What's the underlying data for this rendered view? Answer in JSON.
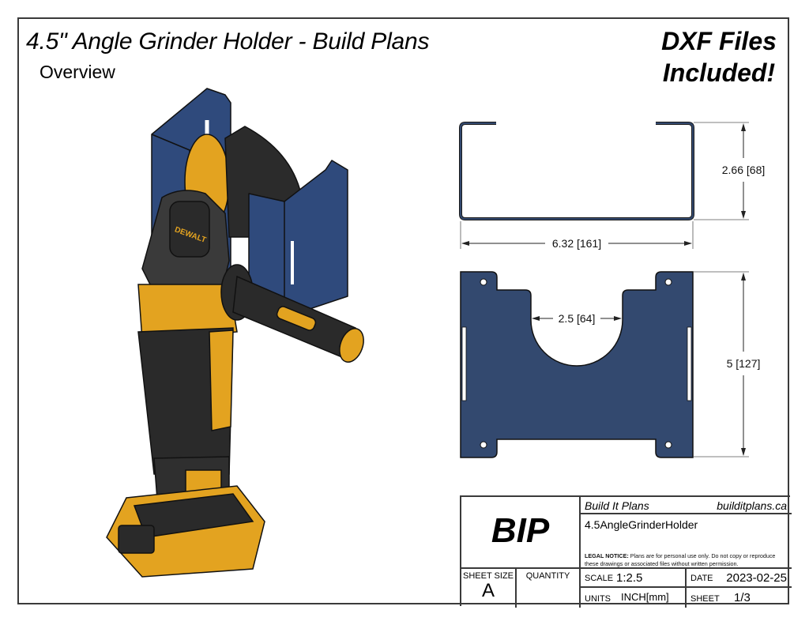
{
  "header": {
    "title": "4.5\" Angle Grinder Holder - Build Plans",
    "subtitle": "Overview",
    "badge_line1": "DXF Files",
    "badge_line2": "Included!"
  },
  "render": {
    "description": "Isometric render of yellow/black cordless angle grinder with battery seated in a blue sheet-metal U-bracket holder",
    "colors": {
      "holder": "#2f4a7c",
      "tool_yellow": "#e3a320",
      "tool_black": "#2a2a2a"
    }
  },
  "drawing": {
    "colors": {
      "part": "#33496f",
      "outline": "#1a1a1a"
    },
    "top_view": {
      "width_dim": "6.32 [161]",
      "height_dim": "2.66 [68]"
    },
    "front_view": {
      "cutout_dim": "2.5 [64]",
      "height_dim": "5 [127]"
    }
  },
  "title_block": {
    "logo": "BIP",
    "company": "Build It Plans",
    "website": "builditplans.ca",
    "part_name": "4.5AngleGrinderHolder",
    "legal_label": "LEGAL NOTICE:",
    "legal_text": " Plans are for personal use only. Do not copy or reproduce these drawings or associated files without written permission.",
    "sheet_size_label": "SHEET SIZE",
    "sheet_size": "A",
    "quantity_label": "QUANTITY",
    "quantity": "",
    "scale_label": "SCALE",
    "scale": "1:2.5",
    "date_label": "DATE",
    "date": "2023-02-25",
    "units_label": "UNITS",
    "units": "INCH[mm]",
    "sheet_label": "SHEET",
    "sheet": "1/3"
  }
}
